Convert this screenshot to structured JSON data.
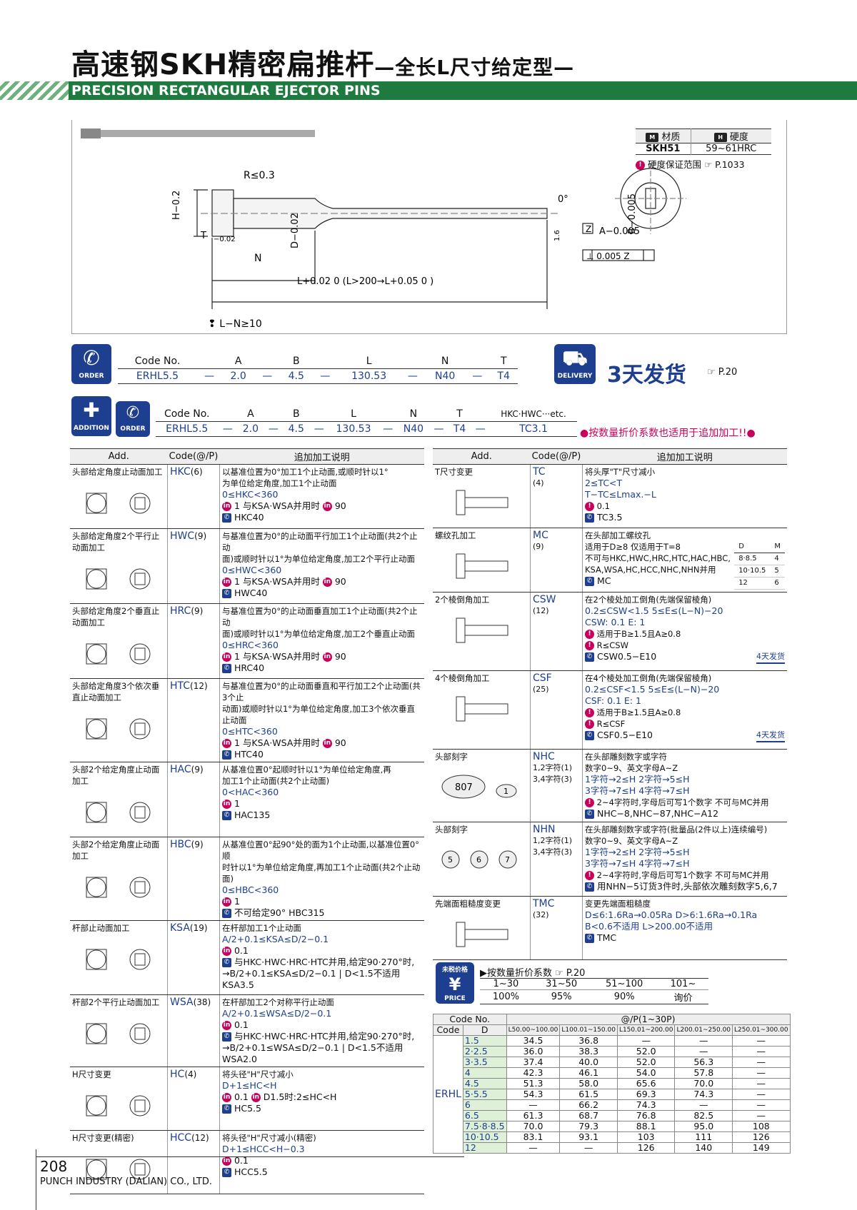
{
  "header": {
    "title": "高速钢SKH精密扁推杆",
    "title_suffix": "—全长L尺寸给定型—",
    "subtitle": "PRECISION RECTANGULAR EJECTOR PINS"
  },
  "material": {
    "m_label": "材质",
    "h_label": "硬度",
    "material": "SKH51",
    "hardness": "59~61HRC",
    "guarantee": "硬度保证范围",
    "guarantee_ref": "P.1033"
  },
  "drawing": {
    "r_note": "R≤0.3",
    "h_dim": "H−0.2",
    "h_tol": "0",
    "t_dim": "T",
    "t_tol": "−0.02",
    "d_dim": "D−0.02",
    "d_tol": "0",
    "n_dim": "N",
    "l_dim": "L+0.02 0 (L>200→L+0.05 0 )",
    "ln_note": "L−N≥10",
    "b_dim": "B−0.005",
    "a_dim": "A−0.005",
    "zero_deg": "0°",
    "z_label": "Z",
    "perp": "⊥ 0.005 Z",
    "rough": "1.6"
  },
  "order": {
    "label": "ORDER",
    "headers": [
      "Code No.",
      "A",
      "B",
      "L",
      "N",
      "T"
    ],
    "values": [
      "ERHL5.5",
      "2.0",
      "4.5",
      "130.53",
      "N40",
      "T4"
    ],
    "dash": "—"
  },
  "delivery": {
    "label": "DELIVERY",
    "text": "3天发货",
    "ref": "P.20"
  },
  "addition": {
    "label": "ADDITION",
    "order_label": "ORDER",
    "headers": [
      "Code No.",
      "A",
      "B",
      "L",
      "N",
      "T",
      "HKC·HWC···etc."
    ],
    "values": [
      "ERHL5.5",
      "2.0",
      "4.5",
      "130.53",
      "N40",
      "T4",
      "TC3.1"
    ],
    "note": "●按数量折价系数也适用于追加加工!!●"
  },
  "add_headers": [
    "Add.",
    "Code(@/P)",
    "追加加工说明"
  ],
  "add_left": [
    {
      "name": "头部给定角度止动面加工",
      "code": "HKC",
      "price": "(6)",
      "lines": [
        "以基准位置为0°加工1个止动面,或顺时针以1°",
        "为单位给定角度,加工1个止动面"
      ],
      "range": "0≤HKC<360",
      "in": "1  与KSA·WSA并用时",
      "in2": "90",
      "ex": "HKC40"
    },
    {
      "name": "头部给定角度2个平行止动面加工",
      "code": "HWC",
      "price": "(9)",
      "lines": [
        "与基准位置为0°的止动面平行加工1个止动面(共2个止动",
        "面)或顺时针以1°为单位给定角度,加工2个平行止动面"
      ],
      "range": "0≤HWC<360",
      "in": "1  与KSA·WSA并用时",
      "in2": "90",
      "ex": "HWC40"
    },
    {
      "name": "头部给定角度2个垂直止动面加工",
      "code": "HRC",
      "price": "(9)",
      "lines": [
        "与基准位置为0°的止动面垂直加工1个止动面(共2个止动",
        "面)或顺时针以1°为单位给定角度,加工2个垂直止动面"
      ],
      "range": "0≤HRC<360",
      "in": "1  与KSA·WSA并用时",
      "in2": "90",
      "ex": "HRC40"
    },
    {
      "name": "头部给定角度3个依次垂直止动面加工",
      "code": "HTC",
      "price": "(12)",
      "lines": [
        "与基准位置为0°的止动面垂直和平行加工2个止动面(共3个止",
        "动面)或顺时针以1°为单位给定角度,加工3个依次垂直止动面"
      ],
      "range": "0≤HTC<360",
      "in": "1  与KSA·WSA并用时",
      "in2": "90",
      "ex": "HTC40"
    },
    {
      "name": "头部2个给定角度止动面加工",
      "code": "HAC",
      "price": "(9)",
      "lines": [
        "从基准位置0°起顺时针以1°为单位给定角度,再",
        "加工1个止动面(共2个止动面)"
      ],
      "range": "0<HAC<360",
      "in": "1",
      "in2": "",
      "ex": "HAC135"
    },
    {
      "name": "头部2个给定角度止动面加工",
      "code": "HBC",
      "price": "(9)",
      "lines": [
        "从基准位置0°起90°处的面为1个止动面,以基准位置0°顺",
        "时针以1°为单位给定角度,再加工1个止动面(共2个止动面)"
      ],
      "range": "0≤HBC<360",
      "in": "1",
      "in2": "",
      "ex": "不可给定90°   HBC315"
    },
    {
      "name": "杆部止动面加工",
      "code": "KSA",
      "price": "(19)",
      "lines": [
        "在杆部加工1个止动面"
      ],
      "range": "A/2+0.1≤KSA≤D/2−0.1",
      "in": "0.1",
      "in2": "",
      "ex": "与HKC·HWC·HRC·HTC并用,给定90·270°时, →B/2+0.1≤KSA≤D/2−0.1 | D<1.5不适用   KSA3.5"
    },
    {
      "name": "杆部2个平行止动面加工",
      "code": "WSA",
      "price": "(38)",
      "lines": [
        "在杆部加工2个对称平行止动面"
      ],
      "range": "A/2+0.1≤WSA≤D/2−0.1",
      "in": "0.1",
      "in2": "",
      "ex": "与HKC·HWC·HRC·HTC并用,给定90·270°时, →B/2+0.1≤WSA≤D/2−0.1 | D<1.5不适用   WSA2.0"
    },
    {
      "name": "H尺寸变更",
      "code": "HC",
      "price": "(4)",
      "lines": [
        "将头径\"H\"尺寸减小"
      ],
      "range": "D+1≤HC<H",
      "in": "0.1",
      "in2": "D1.5时:2≤HC<H",
      "ex": "HC5.5"
    },
    {
      "name": "H尺寸变更(精密)",
      "code": "HCC",
      "price": "(12)",
      "lines": [
        "将头径\"H\"尺寸减小(精密)"
      ],
      "range": "D+1≤HCC<H−0.3",
      "in": "0.1",
      "in2": "",
      "ex": "HCC5.5"
    }
  ],
  "add_right": [
    {
      "name": "T尺寸变更",
      "code": "TC",
      "price": "(4)",
      "lines": [
        "将头厚\"T\"尺寸减小"
      ],
      "range": "2≤TC<T",
      "range2": "T−TC≤Lmax.−L",
      "in": "0.1",
      "ex": "TC3.5"
    },
    {
      "name": "螺纹孔加工",
      "code": "MC",
      "price": "(9)",
      "lines": [
        "在头部加工螺纹孔",
        "适用于D≥8   仅适用于T=8",
        "不可与HKC,HWC,HRC,HTC,HAC,HBC,",
        "KSA,WSA,HC,HCC,NHC,NHN并用"
      ],
      "range": "",
      "range2": "",
      "in": "",
      "ex": "MC"
    },
    {
      "name": "2个棱倒角加工",
      "code": "CSW",
      "price": "(12)",
      "lines": [
        "在2个棱处加工倒角(先端保留棱角)"
      ],
      "range": "0.2≤CSW<1.5   5≤E≤(L−N)−20",
      "range2": "CSW: 0.1  E: 1",
      "in": "适用于B≥1.5且A≥0.8",
      "in2": "R≤CSW",
      "ex": "CSW0.5−E10",
      "badge": "4天发货"
    },
    {
      "name": "4个棱倒角加工",
      "code": "CSF",
      "price": "(25)",
      "lines": [
        "在4个棱处加工倒角(先端保留棱角)"
      ],
      "range": "0.2≤CSF<1.5   5≤E≤(L−N)−20",
      "range2": "CSF: 0.1  E: 1",
      "in": "适用于B≥1.5且A≥0.8",
      "in2": "R≤CSF",
      "ex": "CSF0.5−E10",
      "badge": "4天发货"
    },
    {
      "name": "头部刻字",
      "code": "NHC",
      "price": "1,2字符(1) 3,4字符(3)",
      "lines": [
        "在头部雕刻数字或字符",
        "数字0~9、英文字母A~Z"
      ],
      "range": "1字符→2≤H   2字符→5≤H",
      "range2": "3字符→7≤H   4字符→7≤H",
      "in": "2~4字符时,字母后可写1个数字   不可与MC并用",
      "ex": "NHC−8,NHC−87,NHC−A12"
    },
    {
      "name": "头部刻字",
      "code": "NHN",
      "price": "1,2字符(1) 3,4字符(3)",
      "lines": [
        "在头部雕刻数字或字符(批量品(2件以上)连续编号)",
        "数字0~9、英文字母A~Z"
      ],
      "range": "1字符→2≤H   2字符→5≤H",
      "range2": "3字符→7≤H   4字符→7≤H",
      "in": "2~4字符时,字母后可写1个数字   不可与MC并用",
      "ex": "用NHN−5订货3件时,头部依次雕刻数字5,6,7"
    },
    {
      "name": "先端面粗糙度变更",
      "code": "TMC",
      "price": "(32)",
      "lines": [
        "变更先端面粗糙度"
      ],
      "range": "D≤6:1.6Ra→0.05Ra   D>6:1.6Ra→0.1Ra",
      "range2": "B<0.6不适用   L>200.00不适用",
      "in": "",
      "ex": "TMC"
    }
  ],
  "mc_table": {
    "headers": [
      "D",
      "M"
    ],
    "rows": [
      [
        "8·8.5",
        "4"
      ],
      [
        "10·10.5",
        "5"
      ],
      [
        "12",
        "6"
      ]
    ]
  },
  "pics": {
    "n807": "807",
    "n1": "1",
    "n5": "5",
    "n6": "6",
    "n7": "7"
  },
  "discount": {
    "badge": "未税价格",
    "badge2": "PRICE",
    "title": "▶按数量折价系数",
    "ref": "P.20",
    "qty": [
      "1~30",
      "31~50",
      "51~100",
      "101~"
    ],
    "rate": [
      "100%",
      "95%",
      "90%",
      "询价"
    ]
  },
  "price_table": {
    "h1": "Code No.",
    "h2": "@/P(1~30P)",
    "code": "Code",
    "dcol": "D",
    "ranges": [
      "L50.00~100.00",
      "L100.01~150.00",
      "L150.01~200.00",
      "L200.01~250.00",
      "L250.01~300.00"
    ],
    "series": "ERHL",
    "rows": [
      [
        "1.5",
        "34.5",
        "36.8",
        "—",
        "—",
        "—"
      ],
      [
        "2·2.5",
        "36.0",
        "38.3",
        "52.0",
        "—",
        "—"
      ],
      [
        "3·3.5",
        "37.4",
        "40.0",
        "52.0",
        "56.3",
        "—"
      ],
      [
        "4",
        "42.3",
        "46.1",
        "54.0",
        "57.8",
        "—"
      ],
      [
        "4.5",
        "51.3",
        "58.0",
        "65.6",
        "70.0",
        "—"
      ],
      [
        "5·5.5",
        "54.3",
        "61.5",
        "69.3",
        "74.3",
        "—"
      ],
      [
        "6",
        "—",
        "66.2",
        "74.3",
        "—",
        "—"
      ],
      [
        "6.5",
        "61.3",
        "68.7",
        "76.8",
        "82.5",
        "—"
      ],
      [
        "7.5·8·8.5",
        "70.0",
        "79.3",
        "88.1",
        "95.0",
        "108"
      ],
      [
        "10·10.5",
        "83.1",
        "93.1",
        "103",
        "111",
        "126"
      ],
      [
        "12",
        "—",
        "—",
        "126",
        "140",
        "149"
      ]
    ]
  },
  "footer": {
    "page": "208",
    "company": "PUNCH INDUSTRY (DALIAN) CO., LTD."
  }
}
